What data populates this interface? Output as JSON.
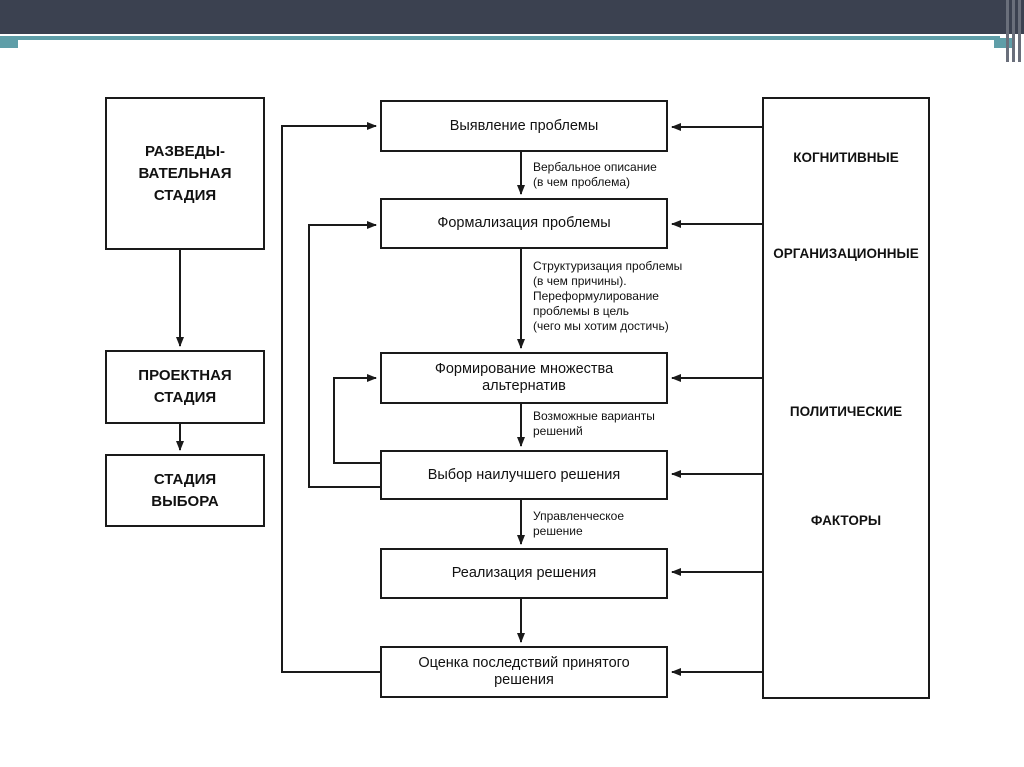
{
  "stages": [
    "РАЗВЕДЫ-\nВАТЕЛЬНАЯ\nСТАДИЯ",
    "ПРОЕКТНАЯ\nСТАДИЯ",
    "СТАДИЯ\nВЫБОРА"
  ],
  "process": [
    "Выявление проблемы",
    "Формализация проблемы",
    "Формирование множества\nальтернатив",
    "Выбор наилучшего решения",
    "Реализация решения",
    "Оценка последствий принятого\nрешения"
  ],
  "notes": [
    "Вербальное описание\n(в чем проблема)",
    "Структуризация проблемы\n(в чем причины).\nПереформулирование\nпроблемы в цель\n(чего мы хотим достичь)",
    "Возможные варианты\nрешений",
    "Управленческое\nрешение"
  ],
  "factors": [
    "КОГНИТИВНЫЕ",
    "ОРГАНИЗАЦИОННЫЕ",
    "ПОЛИТИЧЕСКИЕ",
    "ФАКТОРЫ"
  ]
}
